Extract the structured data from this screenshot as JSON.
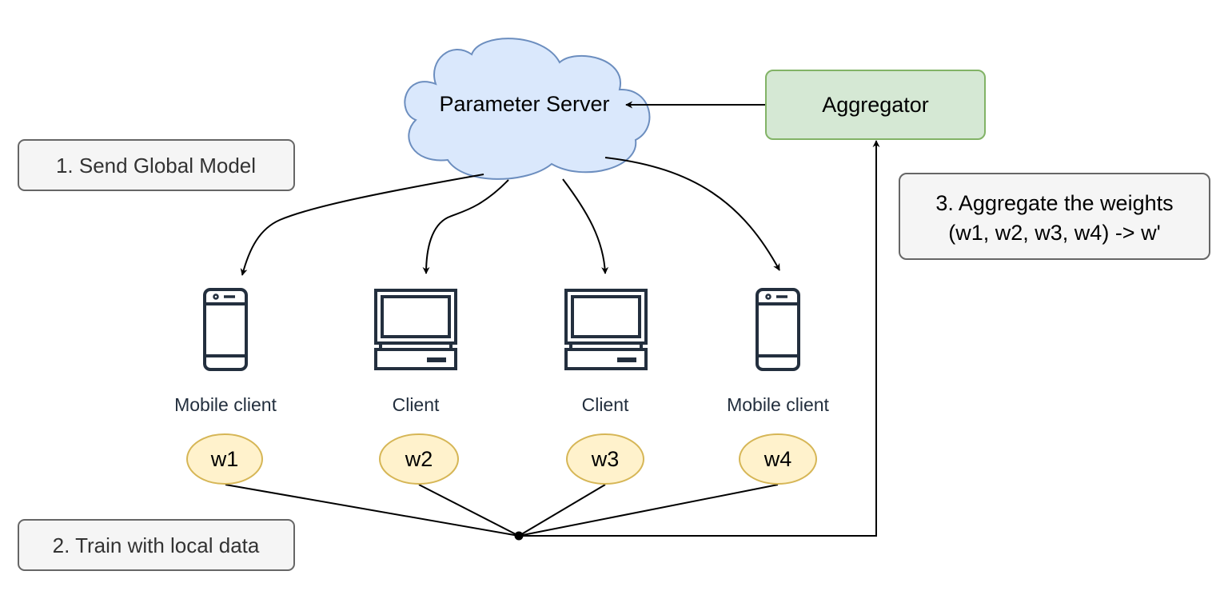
{
  "server": {
    "label": "Parameter Server"
  },
  "aggregator": {
    "label": "Aggregator"
  },
  "steps": {
    "send": "1. Send Global Model",
    "train": "2. Train with local data",
    "aggregate_line1": "3. Aggregate the weights",
    "aggregate_line2": "(w1, w2, w3, w4) -> w'"
  },
  "clients": [
    {
      "label": "Mobile client",
      "icon": "mobile-phone-icon",
      "weight": "w1"
    },
    {
      "label": "Client",
      "icon": "desktop-computer-icon",
      "weight": "w2"
    },
    {
      "label": "Client",
      "icon": "desktop-computer-icon",
      "weight": "w3"
    },
    {
      "label": "Mobile client",
      "icon": "mobile-phone-icon",
      "weight": "w4"
    }
  ],
  "colors": {
    "cloud_fill": "#dae8fc",
    "cloud_stroke": "#6c8ebf",
    "aggregator_fill": "#d5e8d4",
    "aggregator_stroke": "#82b366",
    "weight_fill": "#fff2cc",
    "weight_stroke": "#d6b656",
    "note_fill": "#f5f5f5",
    "note_stroke": "#666666",
    "icon": "#232f3e"
  }
}
